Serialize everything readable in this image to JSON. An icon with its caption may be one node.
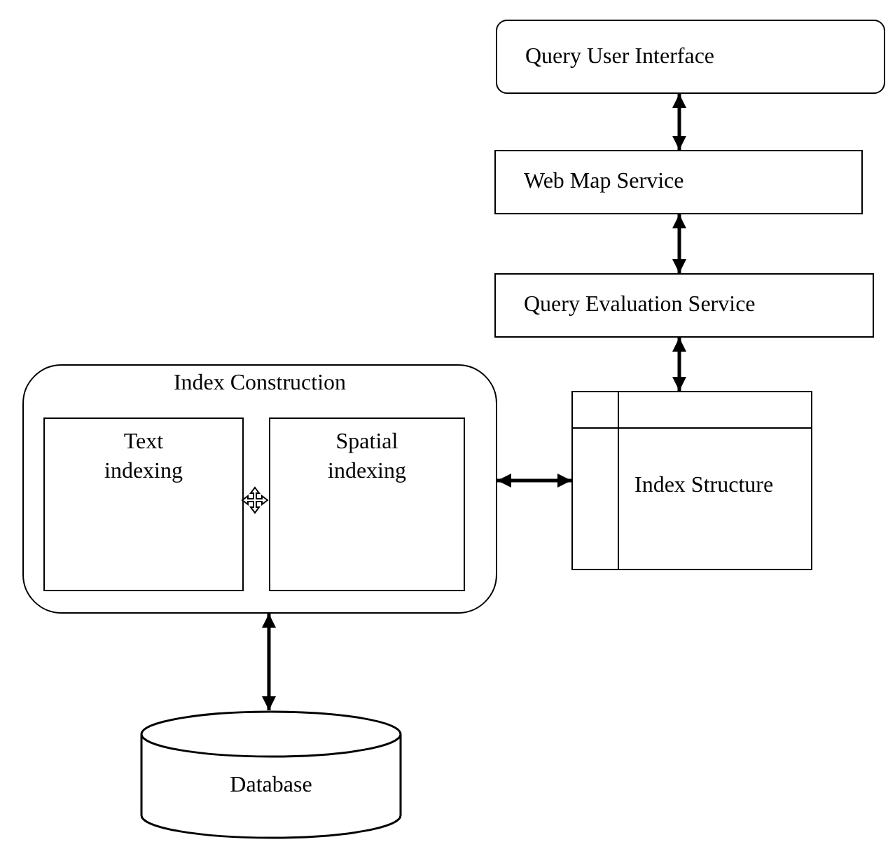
{
  "diagram": {
    "nodes": [
      {
        "text": [
          "Query User Interface"
        ]
      },
      {
        "text": [
          "Web Map Service"
        ]
      },
      {
        "text": [
          "Query Evaluation Service"
        ]
      },
      {
        "text": [
          "Index Construction"
        ]
      },
      {
        "text": [
          "Text indexing"
        ],
        "in": 3
      },
      {
        "text": [
          "Spatial indexing"
        ],
        "in": 3
      },
      {
        "text": [
          "Index Structure"
        ]
      },
      {
        "text": [
          "Database"
        ]
      }
    ],
    "edges": [
      {
        "from": 0,
        "to": 1,
        "arrow": "both"
      },
      {
        "from": 1,
        "to": 2,
        "arrow": "both"
      },
      {
        "from": 2,
        "to": 6,
        "arrow": "both"
      },
      {
        "from": 3,
        "to": 6,
        "arrow": "both"
      },
      {
        "from": 3,
        "to": 7,
        "arrow": "both"
      }
    ]
  }
}
